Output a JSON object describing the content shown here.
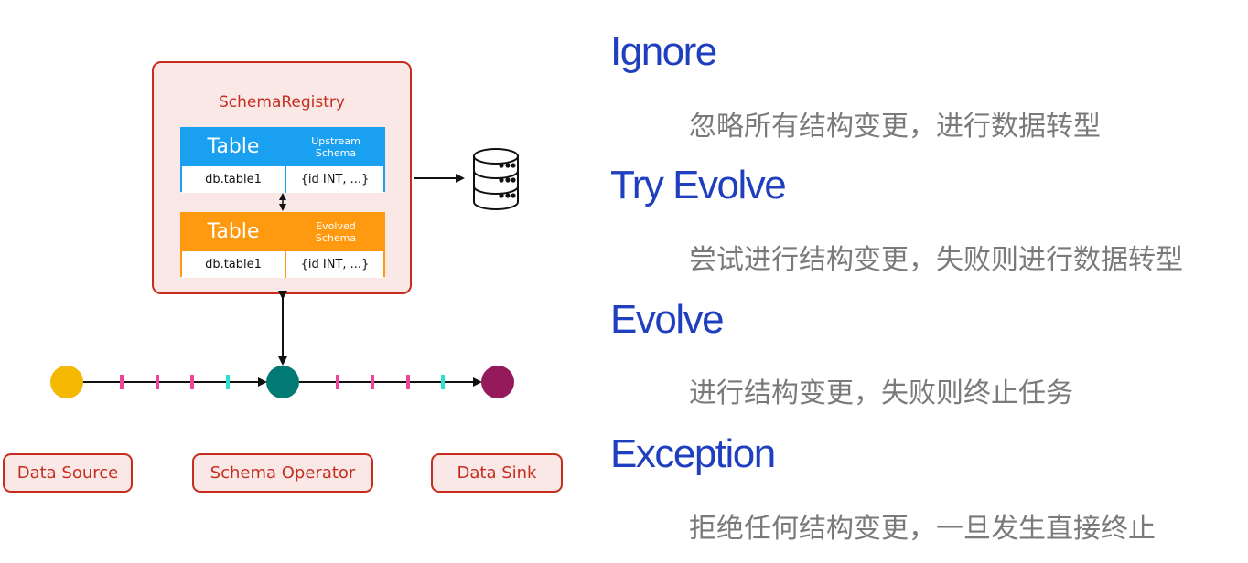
{
  "registry": {
    "title": "SchemaRegistry",
    "upstream_table": {
      "header": "Table",
      "schema_label": "Upstream\nSchema",
      "name": "db.table1",
      "schema": "{id INT, ...}"
    },
    "evolved_table": {
      "header": "Table",
      "schema_label": "Evolved\nSchema",
      "name": "db.table1",
      "schema": "{id INT, ...}"
    }
  },
  "pipeline": {
    "source": "Data Source",
    "operator": "Schema Operator",
    "sink": "Data Sink"
  },
  "colors": {
    "accent_red": "#c62d1f",
    "upstream_blue": "#1aa0f0",
    "evolved_orange": "#ff9a10",
    "mode_blue": "#1f3fbf",
    "source_node": "#f5b800",
    "operator_node": "#007a73",
    "sink_node": "#951a5c",
    "event_pink": "#f0439a",
    "event_cyan": "#2de0d0"
  },
  "icons": {
    "database": "database-icon"
  },
  "modes": [
    {
      "name": "Ignore",
      "desc": "忽略所有结构变更，进行数据转型"
    },
    {
      "name": "Try Evolve",
      "desc": "尝试进行结构变更，失败则进行数据转型"
    },
    {
      "name": "Evolve",
      "desc": "进行结构变更，失败则终止任务"
    },
    {
      "name": "Exception",
      "desc": "拒绝任何结构变更，一旦发生直接终止"
    }
  ]
}
